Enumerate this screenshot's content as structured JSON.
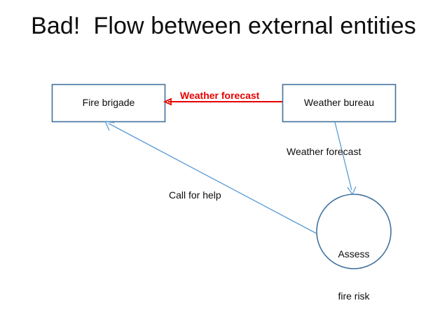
{
  "slide": {
    "title": "Bad!  Flow between external entities",
    "background_color": "#ffffff"
  },
  "colors": {
    "shape_border_blue": "#41719c",
    "connector_blue": "#5b9bd5",
    "red_flow": "#e80000",
    "text_black": "#0d0d0d"
  },
  "shapes": {
    "fire_brigade": {
      "label": "Fire brigade",
      "type": "external-entity-box"
    },
    "weather_bureau": {
      "label": "Weather bureau",
      "type": "external-entity-box"
    },
    "assess_fire_risk": {
      "label_line1": "Assess",
      "label_line2": "fire risk",
      "type": "process-circle"
    }
  },
  "flows": [
    {
      "label": "Weather forecast",
      "from": "weather_bureau",
      "to": "fire_brigade",
      "color": "#e80000",
      "bold": true
    },
    {
      "label": "Weather forecast",
      "from": "weather_bureau",
      "to": "assess_fire_risk",
      "color": "#5b9bd5",
      "bold": false
    },
    {
      "label": "Call for help",
      "from": "assess_fire_risk",
      "to": "fire_brigade",
      "color": "#5b9bd5",
      "bold": false
    }
  ]
}
